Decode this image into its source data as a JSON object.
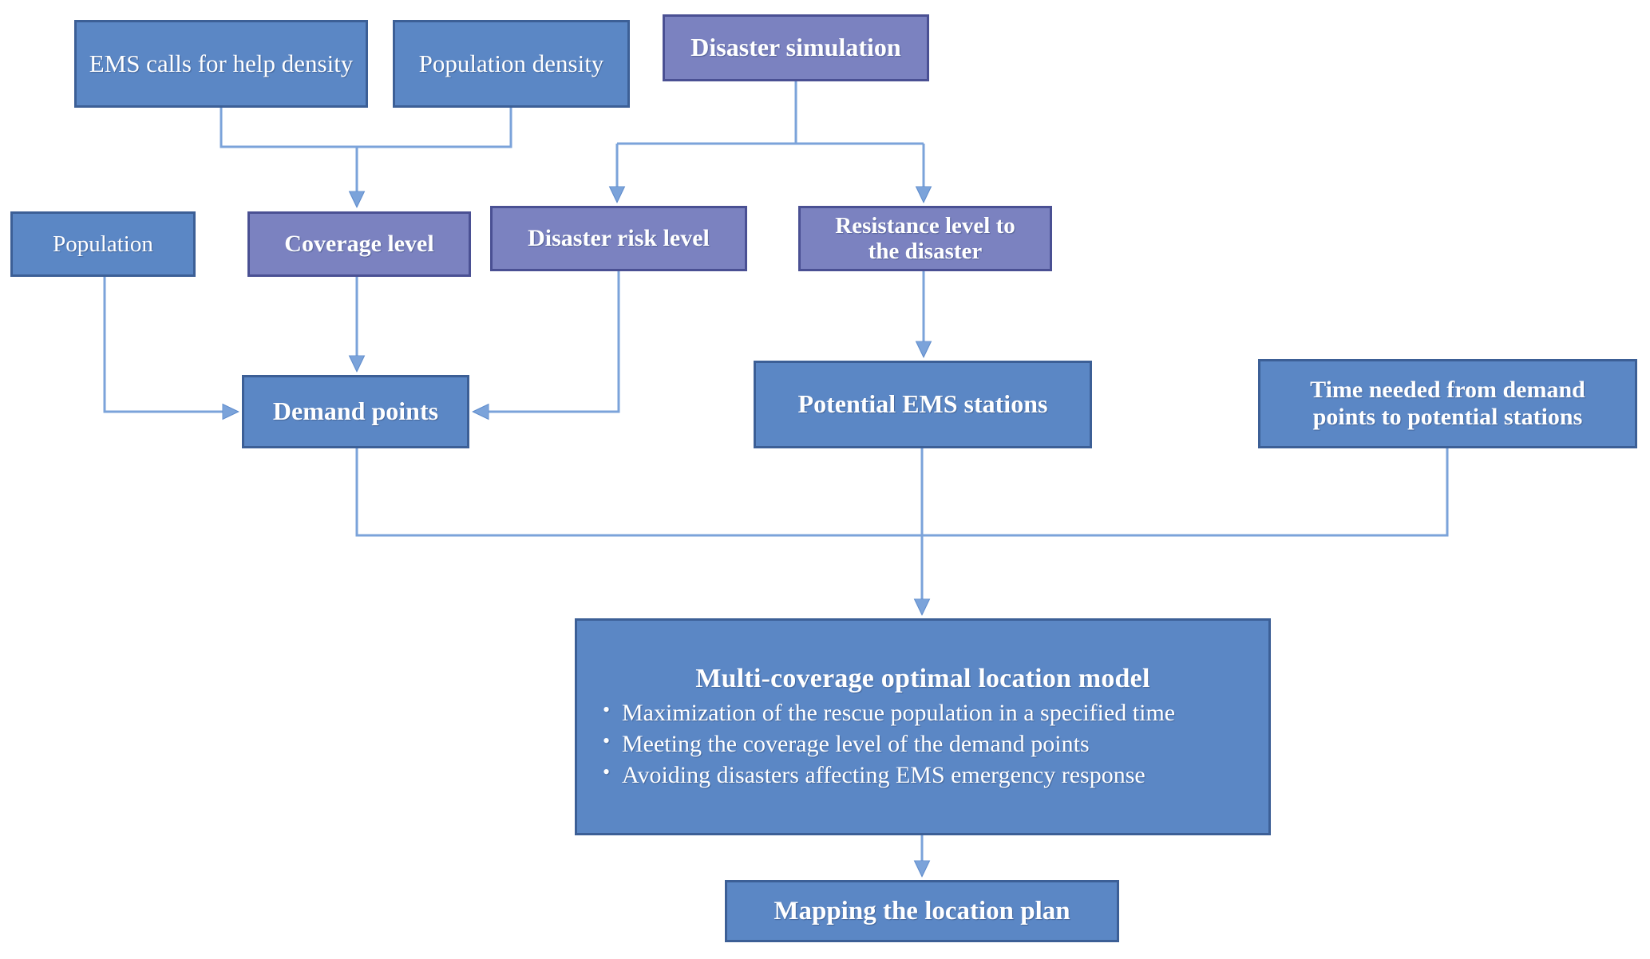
{
  "diagram": {
    "title": "EMS multi-coverage optimal location modelling flowchart",
    "colors": {
      "box_blue": "#5b87c5",
      "box_blue_border": "#3c5f96",
      "box_purple": "#7b82c0",
      "box_purple_border": "#4a5093",
      "connector": "#7ba3da",
      "text": "#ffffff",
      "background": "#ffffff"
    },
    "nodes": {
      "ems_calls_density": "EMS calls for help density",
      "population_density": "Population density",
      "disaster_simulation": "Disaster simulation",
      "population": "Population",
      "coverage_level": "Coverage  level",
      "disaster_risk_level": "Disaster risk level",
      "resistance_level_line1": "Resistance level to",
      "resistance_level_line2": "the disaster",
      "demand_points": "Demand points",
      "potential_ems_stations": "Potential EMS stations",
      "time_needed_line1": "Time needed from demand",
      "time_needed_line2": "points to potential stations",
      "model_title": "Multi-coverage optimal location  model",
      "model_bullets": [
        "Maximization of the rescue population in a specified time",
        "Meeting the coverage level of the demand points",
        "Avoiding disasters affecting EMS emergency response"
      ],
      "mapping_plan": "Mapping the location plan"
    },
    "edges": [
      {
        "from": "ems_calls_density",
        "to": "coverage_level"
      },
      {
        "from": "population_density",
        "to": "coverage_level"
      },
      {
        "from": "disaster_simulation",
        "to": "disaster_risk_level"
      },
      {
        "from": "disaster_simulation",
        "to": "resistance_level_to_the_disaster"
      },
      {
        "from": "population",
        "to": "demand_points"
      },
      {
        "from": "coverage_level",
        "to": "demand_points"
      },
      {
        "from": "disaster_risk_level",
        "to": "demand_points"
      },
      {
        "from": "resistance_level_to_the_disaster",
        "to": "potential_ems_stations"
      },
      {
        "from": "demand_points",
        "to": "model"
      },
      {
        "from": "potential_ems_stations",
        "to": "model"
      },
      {
        "from": "time_needed",
        "to": "model"
      },
      {
        "from": "model",
        "to": "mapping_plan"
      }
    ]
  }
}
